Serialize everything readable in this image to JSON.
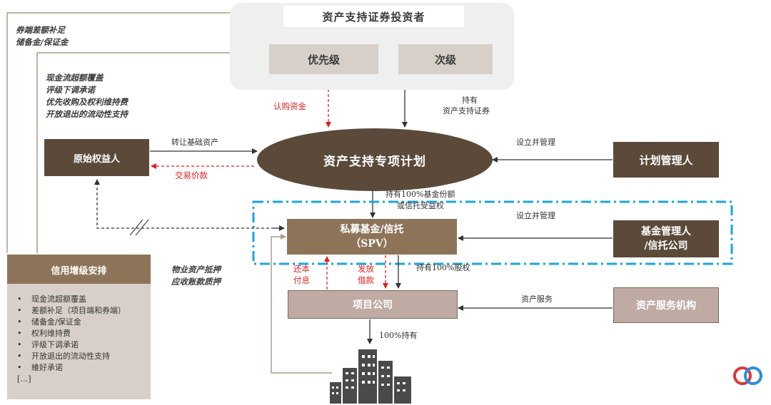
{
  "investors": {
    "title": "资产支持证券投资者",
    "senior": "优先级",
    "subordinate": "次级"
  },
  "plan": {
    "title": "资产支持专项计划"
  },
  "originator": {
    "title": "原始权益人"
  },
  "plan_manager": {
    "title": "计划管理人"
  },
  "spv": {
    "line1": "私募基金/信托",
    "line2": "（SPV）"
  },
  "fund_manager": {
    "line1": "基金管理人",
    "line2": "/信托公司"
  },
  "project_company": {
    "title": "项目公司"
  },
  "asset_servicer": {
    "title": "资产服务机构"
  },
  "credit_enhancement": {
    "title": "信用增级安排",
    "items": [
      "现金流超额覆盖",
      "差额补足（项目端和券端）",
      "储备金/保证金",
      "权利维持费",
      "评级下调承诺",
      "开放退出的流动性支持",
      "維好承诺"
    ],
    "more": "[…]"
  },
  "labels": {
    "top_left_1": "券端差额补足",
    "top_left_2": "储备金/保证金",
    "mid_left": [
      "现金流超额覆盖",
      "评级下调承诺",
      "优先收购及权利维持费",
      "开放退出的流动性支持"
    ],
    "subscribe_funds": "认购资金",
    "hold_securities_1": "持有",
    "hold_securities_2": "资产支持证券",
    "transfer_assets": "转让基础资产",
    "transaction_price": "交易价款",
    "setup_manage_1": "设立并管理",
    "hold_fund_share_1": "持有100%基金份额",
    "hold_fund_share_2": "或信托受益权",
    "setup_manage_2": "设立并管理",
    "pledge_1": "物业资产抵押",
    "pledge_2": "应收账款质押",
    "repay_1": "还本",
    "repay_2": "付息",
    "loan_1": "发放",
    "loan_2": "借款",
    "hold_equity": "持有100%股权",
    "asset_service": "资产服务",
    "hold_100": "100%持有"
  },
  "bullet": "•",
  "colors": {
    "dark": "#5b4a3a",
    "mid": "#8d7459",
    "rose": "#c0aaa4",
    "tranche": "#d6d0c8",
    "red": "#e02020",
    "dashed_box": "#1aa6e0",
    "logo_red": "#e0353a",
    "logo_blue": "#2a8fd8"
  },
  "icons": {
    "building": "building-icon",
    "logo": "logo-icon"
  }
}
